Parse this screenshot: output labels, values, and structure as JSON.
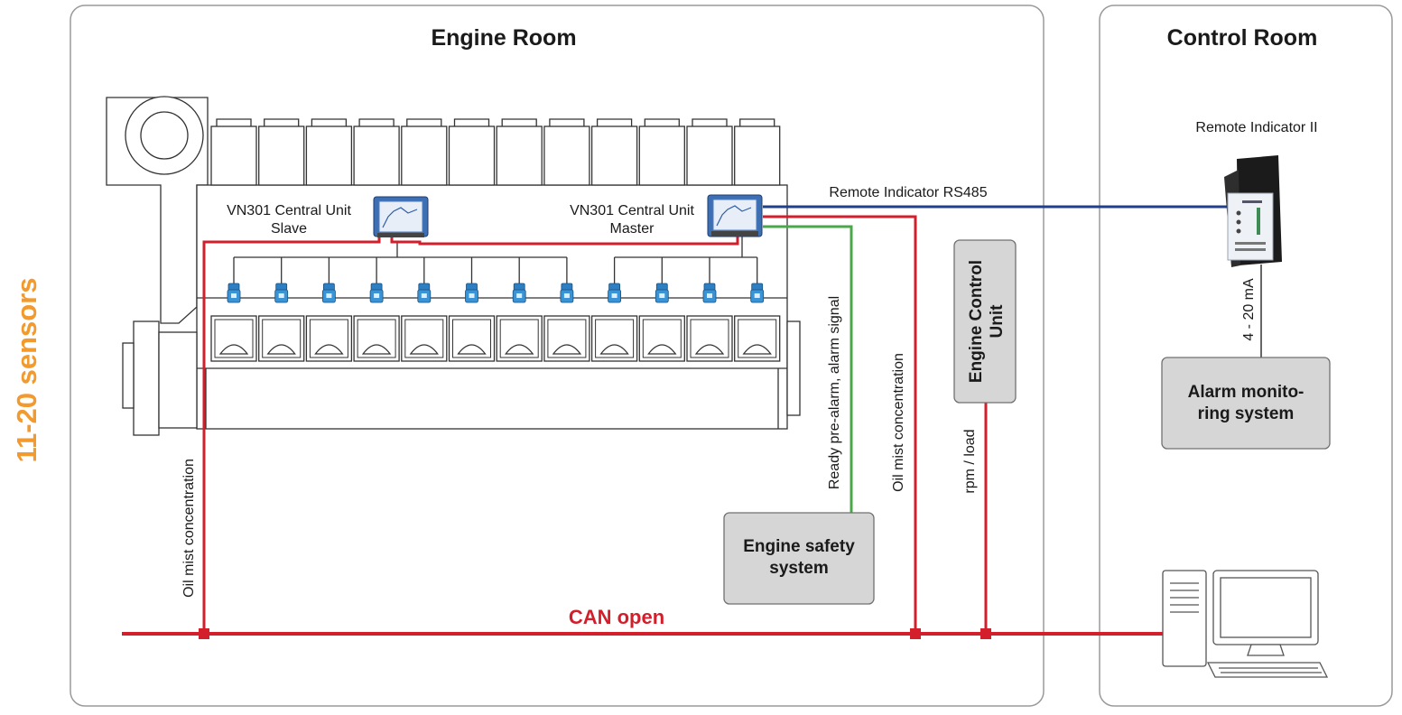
{
  "diagram": {
    "engine_room_title": "Engine Room",
    "control_room_title": "Control Room",
    "sensors_label": "11-20 sensors",
    "central_unit_slave": [
      "VN301 Central Unit",
      "Slave"
    ],
    "central_unit_master": [
      "VN301 Central Unit",
      "Master"
    ],
    "remote_indicator_rs485": "Remote Indicator RS485",
    "remote_indicator_ii": "Remote Indicator II",
    "ready_signal": "Ready pre-alarm, alarm signal",
    "oil_mist_left": "Oil mist concentration",
    "oil_mist_right": "Oil mist concentration",
    "engine_control_unit": [
      "Engine Control",
      "Unit"
    ],
    "rpm_load": "rpm / load",
    "current_loop": "4 - 20 mA",
    "alarm_monitoring": [
      "Alarm monito-",
      "ring system"
    ],
    "engine_safety": [
      "Engine safety",
      "system"
    ],
    "can_open": "CAN open"
  },
  "colors": {
    "can_red": "#d21f2b",
    "rs485_blue": "#213f8c",
    "signal_green": "#4aa84a",
    "sensors_orange": "#f29a2e",
    "box_grey": "#d6d6d6",
    "box_border": "#707070",
    "room_border": "#9a9a9a"
  }
}
